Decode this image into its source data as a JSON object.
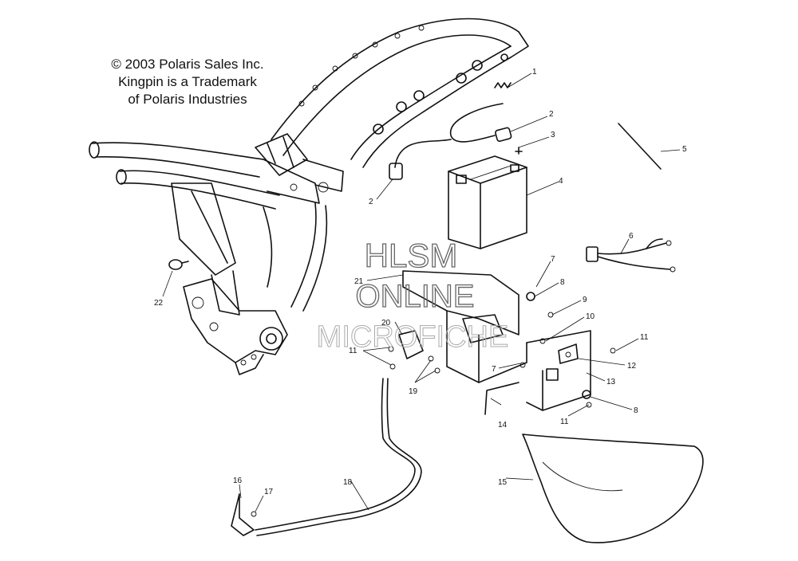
{
  "copyright": {
    "line1": "© 2003 Polaris Sales Inc.",
    "line2": "Kingpin is a Trademark",
    "line3": "of Polaris Industries"
  },
  "watermark": {
    "line1": "HLSM",
    "line2": "ONLINE",
    "line3": "MICROFICHE"
  },
  "callouts": [
    "1",
    "2",
    "3",
    "4",
    "5",
    "6",
    "7",
    "8",
    "9",
    "10",
    "11",
    "12",
    "13",
    "14",
    "15",
    "16",
    "17",
    "18",
    "19",
    "20",
    "21",
    "22"
  ],
  "callout_instances": [
    {
      "label": "1"
    },
    {
      "label": "2"
    },
    {
      "label": "2"
    },
    {
      "label": "3"
    },
    {
      "label": "4"
    },
    {
      "label": "5"
    },
    {
      "label": "6"
    },
    {
      "label": "7"
    },
    {
      "label": "7"
    },
    {
      "label": "8"
    },
    {
      "label": "8"
    },
    {
      "label": "9"
    },
    {
      "label": "10"
    },
    {
      "label": "11"
    },
    {
      "label": "11"
    },
    {
      "label": "11"
    },
    {
      "label": "12"
    },
    {
      "label": "13"
    },
    {
      "label": "14"
    },
    {
      "label": "15"
    },
    {
      "label": "16"
    },
    {
      "label": "17"
    },
    {
      "label": "18"
    },
    {
      "label": "19"
    },
    {
      "label": "20"
    },
    {
      "label": "21"
    },
    {
      "label": "22"
    }
  ]
}
